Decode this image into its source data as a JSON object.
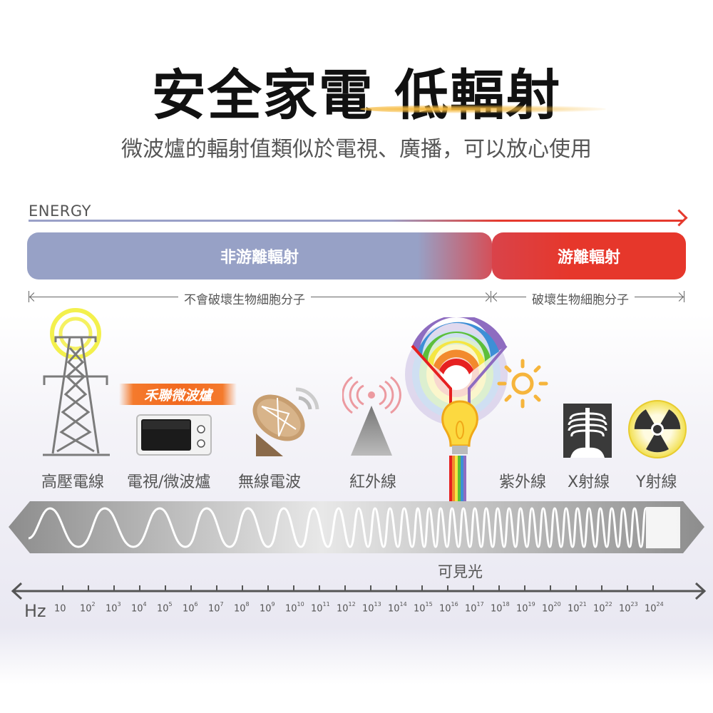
{
  "header": {
    "title": "安全家電 低輻射",
    "subtitle": "微波爐的輻射值類似於電視、廣播，可以放心使用"
  },
  "energy_axis": {
    "label": "ENERGY",
    "colors": {
      "low": "#9aa0c8",
      "high": "#e53a2e"
    }
  },
  "bands": {
    "non_ionizing": {
      "label": "非游離輻射",
      "color": "#97a1c6",
      "note": "不會破壞生物細胞分子"
    },
    "ionizing": {
      "label": "游離輻射",
      "color": "#e6372b",
      "note": "破壞生物細胞分子"
    }
  },
  "sources": [
    {
      "id": "power-line",
      "label": "高壓電線",
      "icon": "power-tower-icon"
    },
    {
      "id": "tv-microwave",
      "label": "電視/微波爐",
      "icon": "microwave-icon",
      "badge": "禾聯微波爐"
    },
    {
      "id": "radio",
      "label": "無線電波",
      "icon": "satellite-dish-icon"
    },
    {
      "id": "infrared",
      "label": "紅外線",
      "icon": "infrared-transmitter-icon"
    },
    {
      "id": "visible",
      "label": "可見光",
      "icon": "light-bulb-rainbow-icon"
    },
    {
      "id": "ultraviolet",
      "label": "紫外線",
      "icon": "sun-icon"
    },
    {
      "id": "xray",
      "label": "X射線",
      "icon": "xray-skeleton-icon"
    },
    {
      "id": "gamma",
      "label": "Y射線",
      "icon": "radiation-icon"
    }
  ],
  "frequency_axis": {
    "unit": "Hz",
    "ticks": [
      {
        "base": "10",
        "exp": ""
      },
      {
        "base": "10",
        "exp": "2"
      },
      {
        "base": "10",
        "exp": "3"
      },
      {
        "base": "10",
        "exp": "4"
      },
      {
        "base": "10",
        "exp": "5"
      },
      {
        "base": "10",
        "exp": "6"
      },
      {
        "base": "10",
        "exp": "7"
      },
      {
        "base": "10",
        "exp": "8"
      },
      {
        "base": "10",
        "exp": "9"
      },
      {
        "base": "10",
        "exp": "10"
      },
      {
        "base": "10",
        "exp": "11"
      },
      {
        "base": "10",
        "exp": "12"
      },
      {
        "base": "10",
        "exp": "13"
      },
      {
        "base": "10",
        "exp": "14"
      },
      {
        "base": "10",
        "exp": "15"
      },
      {
        "base": "10",
        "exp": "16"
      },
      {
        "base": "10",
        "exp": "17"
      },
      {
        "base": "10",
        "exp": "18"
      },
      {
        "base": "10",
        "exp": "19"
      },
      {
        "base": "10",
        "exp": "20"
      },
      {
        "base": "10",
        "exp": "21"
      },
      {
        "base": "10",
        "exp": "22"
      },
      {
        "base": "10",
        "exp": "23"
      },
      {
        "base": "10",
        "exp": "24"
      }
    ]
  },
  "colors": {
    "badge_orange": "#f26a20",
    "rainbow": [
      "#e62020",
      "#f28a2e",
      "#f5e642",
      "#5cbf3a",
      "#3d8fd6",
      "#8e6cc0"
    ]
  }
}
